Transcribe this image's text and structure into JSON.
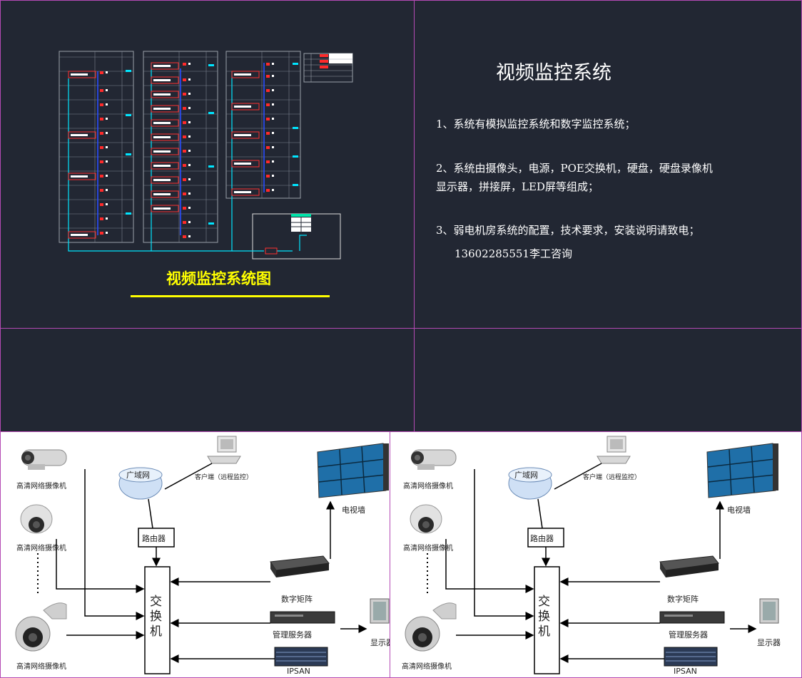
{
  "slide": {
    "title": "视频监控系统",
    "diagram_caption": "视频监控系统图",
    "points": [
      "1、系统有模拟监控系统和数字监控系统；",
      "2、系统由摄像头，电源，POE交换机，硬盘，硬盘录像机",
      "显示器，拼接屏，LED屏等组成；",
      "3、弱电机房系统的配置，技术要求，安装说明请致电；",
      "13602285551李工咨询"
    ]
  },
  "network_diagram": {
    "camera_label": "高清网络摄像机",
    "wan": "广域网",
    "client": "客户端（远程监控）",
    "router": "路由器",
    "switch": "交换机",
    "tv_wall": "电视墙",
    "matrix": "数字矩阵",
    "server": "管理服务器",
    "storage": "IPSAN",
    "monitor": "显示器"
  },
  "colors": {
    "background": "#222733",
    "grid_line": "#b44ab4",
    "caption": "#ffff00",
    "cad_line": "#00e5ff"
  }
}
